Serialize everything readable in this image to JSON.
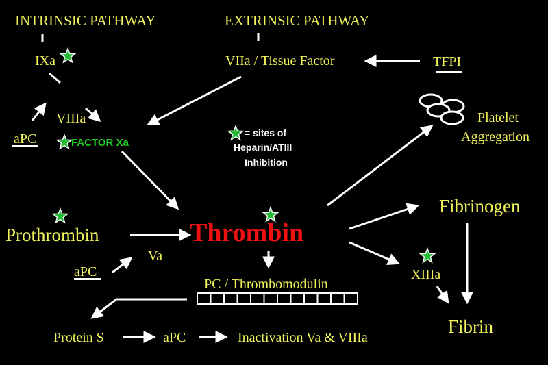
{
  "colors": {
    "background": "#000000",
    "label": "#f2f25a",
    "thrombin": "#ee1111",
    "factor_xa": "#22cc22",
    "arrow": "#ffffff",
    "star_fill": "#22bb33",
    "legend_text": "#ffffff"
  },
  "pathways": {
    "intrinsic": "INTRINSIC PATHWAY",
    "extrinsic": "EXTRINSIC PATHWAY"
  },
  "factors": {
    "ixa": "IXa",
    "viia_tf": "VIIa / Tissue Factor",
    "tfpi": "TFPI",
    "viiia": "VIIIa",
    "apc_left": "aPC",
    "factor_xa": "FACTOR Xa",
    "prothrombin": "Prothrombin",
    "thrombin": "Thrombin",
    "va": "Va",
    "apc_lower": "aPC",
    "pc_thrombomodulin": "PC / Thrombomodulin",
    "protein_s": "Protein S",
    "apc_bottom": "aPC",
    "inactivation": "Inactivation Va & VIIIa",
    "platelet_line1": "Platelet",
    "platelet_line2": "Aggregation",
    "fibrinogen": "Fibrinogen",
    "xiiia": "XIIIa",
    "fibrin": "Fibrin"
  },
  "legend": {
    "line1": "= sites of",
    "line2": "Heparin/ATIII",
    "line3": "Inhibition",
    "icon": "star-icon"
  },
  "membrane_segments": 12
}
